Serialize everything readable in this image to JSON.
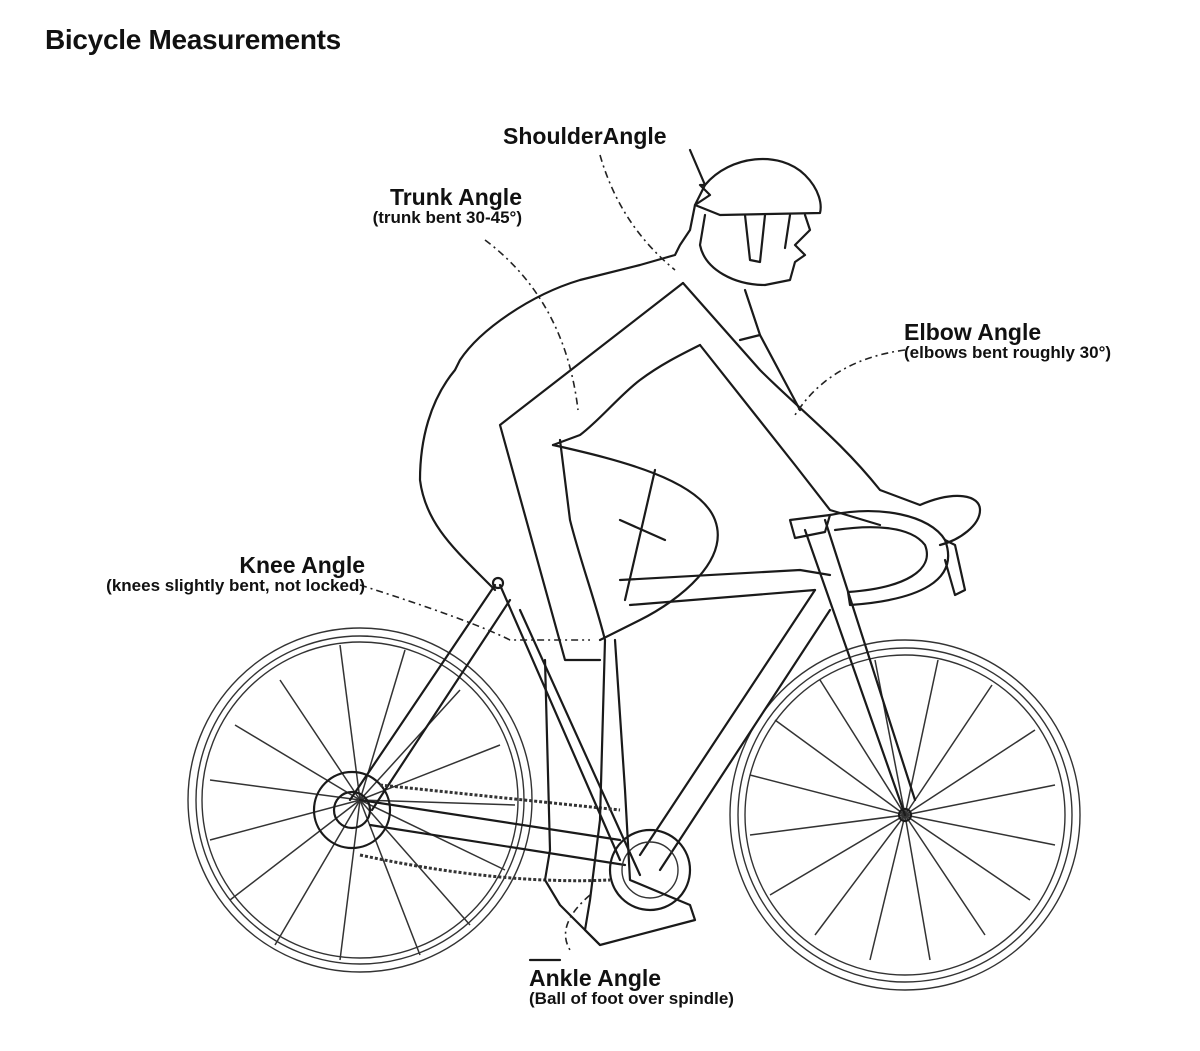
{
  "title": "Bicycle Measurements",
  "labels": {
    "shoulder": {
      "main": "ShoulderAngle",
      "sub": ""
    },
    "trunk": {
      "main": "Trunk Angle",
      "sub": "(trunk bent 30-45°)"
    },
    "elbow": {
      "main": "Elbow Angle",
      "sub": "(elbows bent roughly 30°)"
    },
    "knee": {
      "main": "Knee Angle",
      "sub": "(knees slightly bent, not locked)"
    },
    "ankle": {
      "main": "Ankle Angle",
      "sub": "(Ball of foot over spindle)"
    }
  },
  "colors": {
    "line": "#1a1a1a",
    "background": "#ffffff",
    "text": "#111111"
  }
}
